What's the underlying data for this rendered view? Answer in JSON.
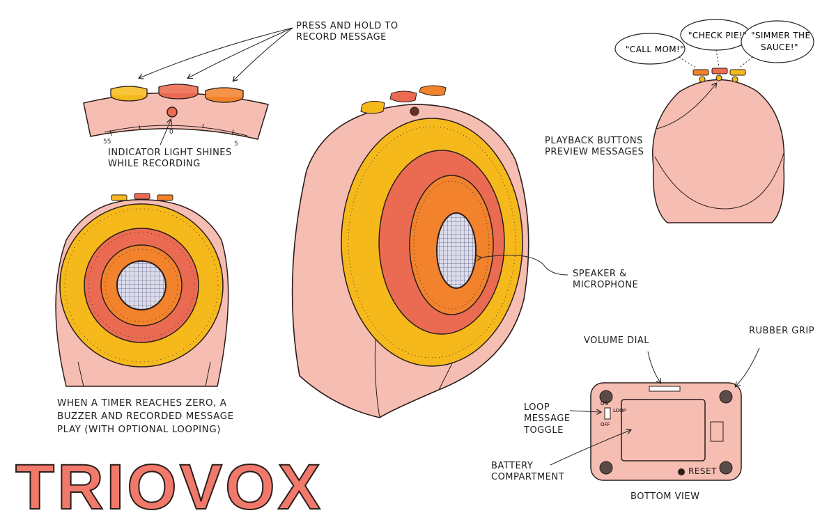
{
  "notes": {
    "record": [
      "PRESS AND HOLD TO",
      "RECORD MESSAGE"
    ],
    "indicator": [
      "INDICATOR LIGHT SHINES",
      "WHILE RECORDING"
    ],
    "timer_zero": [
      "WHEN A TIMER REACHES ZERO, A",
      "BUZZER AND RECORDED MESSAGE",
      "PLAY (WITH OPTIONAL LOOPING)"
    ],
    "speaker": [
      "SPEAKER &",
      "MICROPHONE"
    ],
    "playback": [
      "PLAYBACK BUTTONS",
      "PREVIEW MESSAGES"
    ],
    "volume": "VOLUME DIAL",
    "rubber": "RUBBER GRIP",
    "loop": [
      "LOOP",
      "MESSAGE",
      "TOGGLE"
    ],
    "battery": [
      "BATTERY",
      "COMPARTMENT"
    ],
    "reset": "RESET",
    "bottom_view": "BOTTOM VIEW"
  },
  "bubbles": {
    "b1": "\"CALL MOM!\"",
    "b2": "\"CHECK PIE!\"",
    "b3a": "\"SIMMER THE",
    "b3b": "SAUCE!\""
  },
  "dial_ticks": {
    "left": "55",
    "center": "0",
    "right": "5"
  },
  "toggle_labels": {
    "on": "ON",
    "off": "OFF",
    "loop": "LOOP"
  },
  "brand": "TRIOVOX",
  "colors": {
    "body": "#f6bdb3",
    "yellow": "#f6b91c",
    "red": "#ea6b52",
    "orange": "#f2822c",
    "brand": "#f0796b"
  }
}
